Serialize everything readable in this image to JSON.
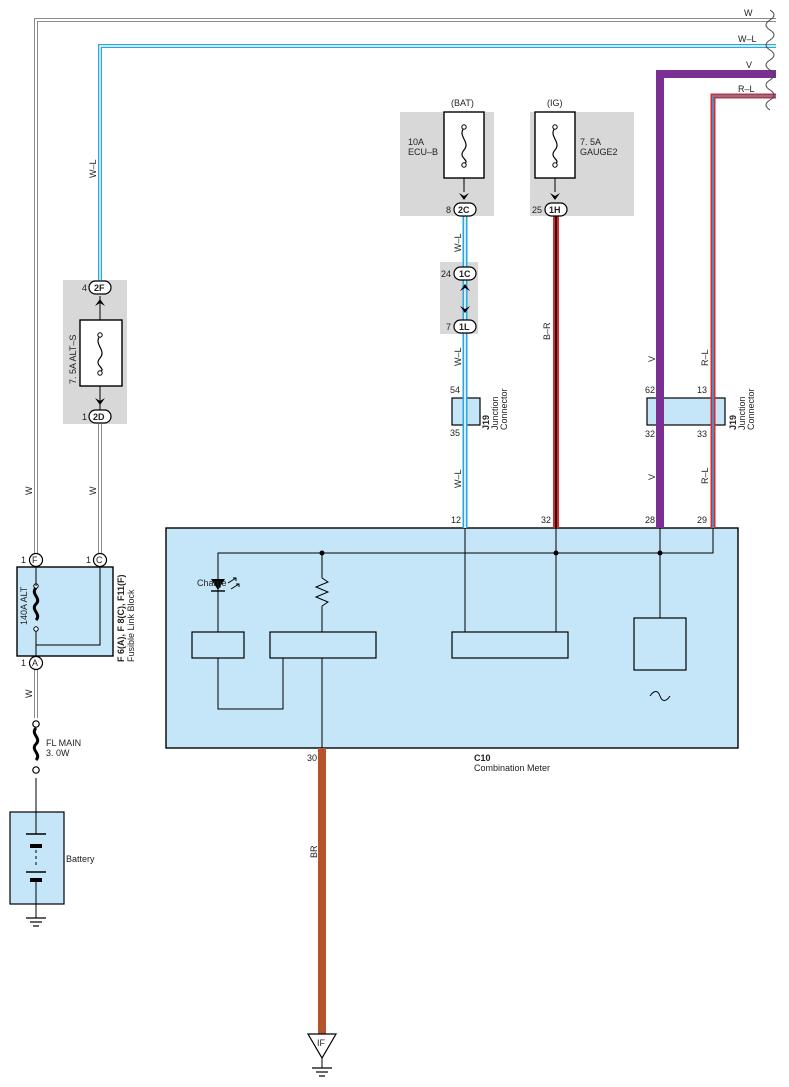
{
  "wires": {
    "top_right": {
      "w": "W",
      "wl": "W–L",
      "v": "V",
      "rl": "R–L"
    },
    "alt_feed_wl": "W–L",
    "left_w1": "W",
    "left_w2": "W",
    "w_after_A": "W",
    "wl_2c": "W–L",
    "wl_1l": "W–L",
    "wl_35": "W–L",
    "br_1h": "B–R",
    "v_upper": "V",
    "rl_upper": "R–L",
    "v_lower": "V",
    "rl_lower": "R–L",
    "br_ground": "BR"
  },
  "fuses": {
    "ecu_b": {
      "rating": "10A",
      "name": "ECU–B",
      "supply": "(BAT)"
    },
    "gauge2": {
      "rating": "7. 5A",
      "name": "GAUGE2",
      "supply": "(IG)"
    },
    "alt_s": {
      "label": "7. 5A ALT–S"
    },
    "alt_140": {
      "label": "140A ALT"
    },
    "fl_main": {
      "name": "FL MAIN",
      "rating": "3. 0W"
    }
  },
  "connectors": {
    "c2c": {
      "pin": "8",
      "code": "2C"
    },
    "c1h": {
      "pin": "25",
      "code": "1H"
    },
    "c1c": {
      "pin": "24",
      "code": "1C"
    },
    "c1l": {
      "pin": "7",
      "code": "1L"
    },
    "c2f": {
      "pin": "4",
      "code": "2F"
    },
    "c2d": {
      "pin": "1",
      "code": "2D"
    },
    "cf": {
      "pin": "1",
      "code": "F"
    },
    "cc": {
      "pin": "1",
      "code": "C"
    },
    "ca": {
      "pin": "1",
      "code": "A"
    }
  },
  "junction_left": {
    "code": "J19",
    "line1": "Junction",
    "line2": "Connector",
    "pin_top": "54",
    "pin_bottom": "35"
  },
  "junction_right": {
    "code": "J19",
    "line1": "Junction",
    "line2": "Connector",
    "pin_top_v": "62",
    "pin_top_rl": "13",
    "pin_bottom_v": "32",
    "pin_bottom_rl": "33"
  },
  "fusible_link_block": {
    "codes": "F 6(A), F 8(C), F11(F)",
    "name": "Fusible Link Block"
  },
  "meter": {
    "code": "C10",
    "name": "Combination Meter",
    "pin_12": "12",
    "pin_32": "32",
    "pin_28": "28",
    "pin_29": "29",
    "pin_30": "30",
    "charge_label": "Charge"
  },
  "battery": {
    "label": "Battery"
  },
  "ground": {
    "label": "IF"
  },
  "colors": {
    "box": "#c5e6f8",
    "fuse_bg": "#d8d8d8",
    "wire_blue": "#2aa7df",
    "wire_red": "#e3242b",
    "wire_violet": "#7a2f93",
    "wire_brown": "#b5532c",
    "wire_gray": "#8a8a8a"
  }
}
